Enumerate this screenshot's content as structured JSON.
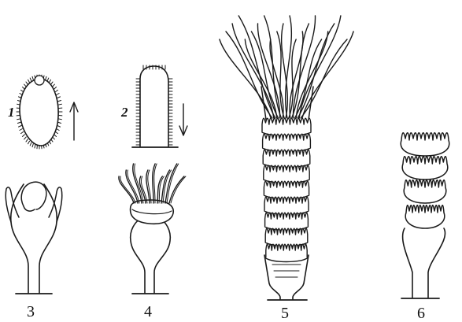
{
  "figures": [
    {
      "id": "1",
      "label": "1",
      "caption": ""
    },
    {
      "id": "2",
      "label": "2",
      "caption": ""
    },
    {
      "id": "3",
      "label": "3",
      "caption": "3"
    },
    {
      "id": "4",
      "label": "",
      "caption": "4"
    },
    {
      "id": "5",
      "label": "",
      "caption": "5"
    },
    {
      "id": "6",
      "label": "",
      "caption": "6"
    }
  ],
  "arrows": {
    "fig1": "up",
    "fig2": "down"
  },
  "colors": {
    "ink": "#1a1a1a",
    "paper": "#ffffff"
  }
}
